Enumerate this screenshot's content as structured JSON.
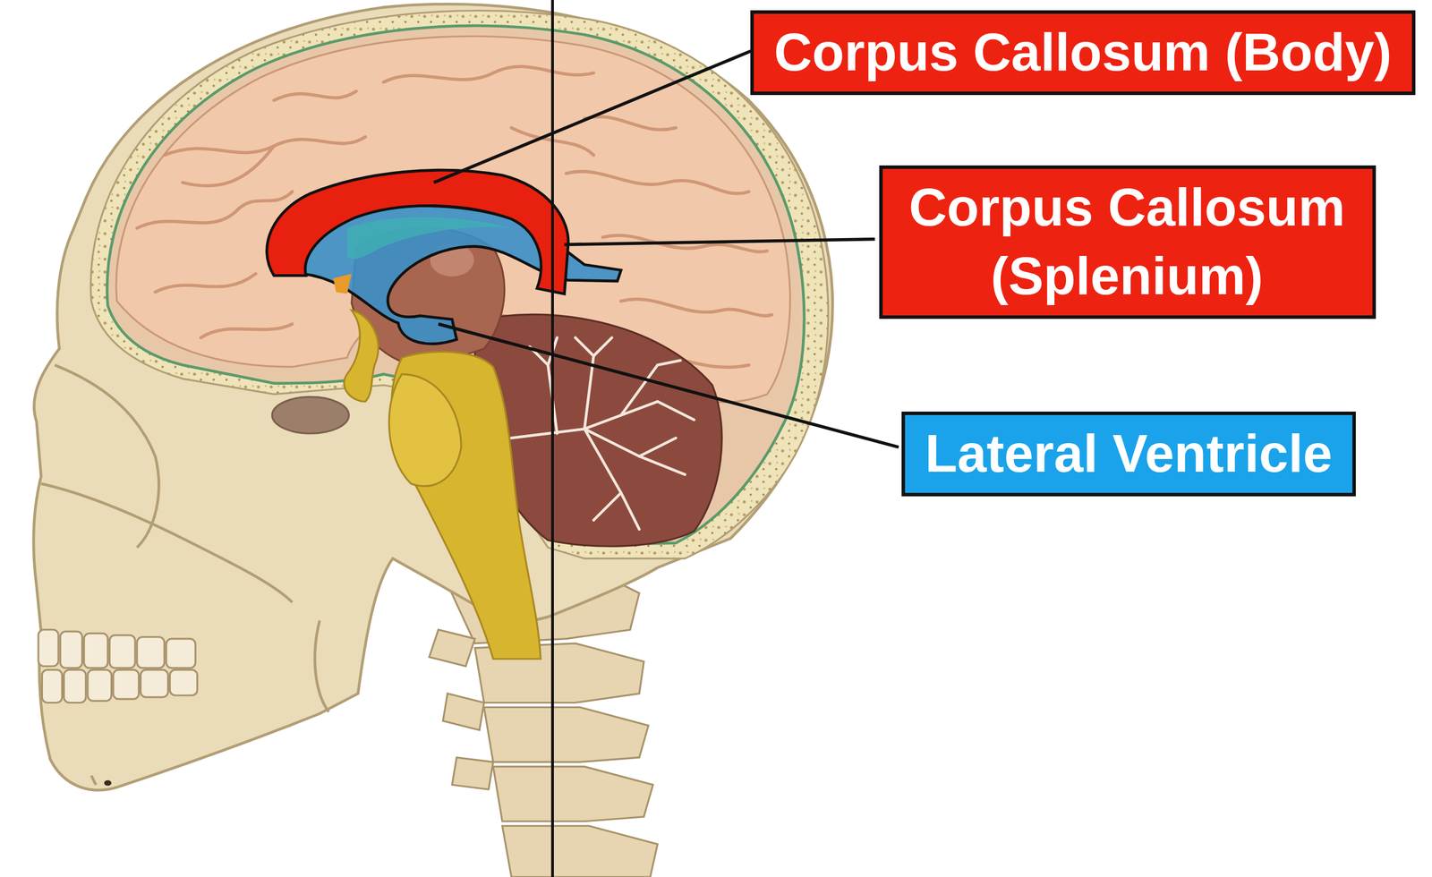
{
  "diagram": {
    "nodes": [
      {
        "text": [
          "Corpus Callosum (Body)"
        ]
      },
      {
        "text": [
          "Corpus Callosum (Splenium)"
        ]
      },
      {
        "text": [
          "Lateral Ventricle"
        ]
      }
    ]
  }
}
